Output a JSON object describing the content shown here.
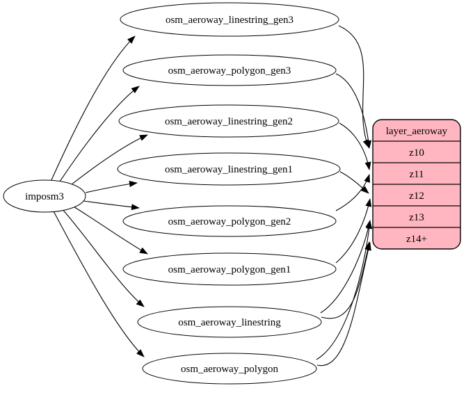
{
  "diagram": {
    "source_node": {
      "label": "imposm3"
    },
    "table_nodes": [
      {
        "label": "osm_aeroway_linestring_gen3"
      },
      {
        "label": "osm_aeroway_polygon_gen3"
      },
      {
        "label": "osm_aeroway_linestring_gen2"
      },
      {
        "label": "osm_aeroway_linestring_gen1"
      },
      {
        "label": "osm_aeroway_polygon_gen2"
      },
      {
        "label": "osm_aeroway_polygon_gen1"
      },
      {
        "label": "osm_aeroway_linestring"
      },
      {
        "label": "osm_aeroway_polygon"
      }
    ],
    "layer_node": {
      "title": "layer_aeroway",
      "rows": [
        "z10",
        "z11",
        "z12",
        "z13",
        "z14+"
      ],
      "fill_color": "#FFB6C1",
      "border_color": "#000000"
    },
    "edges": [
      {
        "from": "imposm3",
        "to": "osm_aeroway_linestring_gen3"
      },
      {
        "from": "imposm3",
        "to": "osm_aeroway_polygon_gen3"
      },
      {
        "from": "imposm3",
        "to": "osm_aeroway_linestring_gen2"
      },
      {
        "from": "imposm3",
        "to": "osm_aeroway_linestring_gen1"
      },
      {
        "from": "imposm3",
        "to": "osm_aeroway_polygon_gen2"
      },
      {
        "from": "imposm3",
        "to": "osm_aeroway_polygon_gen1"
      },
      {
        "from": "imposm3",
        "to": "osm_aeroway_linestring"
      },
      {
        "from": "imposm3",
        "to": "osm_aeroway_polygon"
      },
      {
        "from": "osm_aeroway_linestring_gen3",
        "to": "z10"
      },
      {
        "from": "osm_aeroway_polygon_gen3",
        "to": "z10"
      },
      {
        "from": "osm_aeroway_linestring_gen2",
        "to": "z11"
      },
      {
        "from": "osm_aeroway_polygon_gen2",
        "to": "z11"
      },
      {
        "from": "osm_aeroway_linestring_gen1",
        "to": "z12"
      },
      {
        "from": "osm_aeroway_polygon_gen1",
        "to": "z12"
      },
      {
        "from": "osm_aeroway_linestring",
        "to": "z13"
      },
      {
        "from": "osm_aeroway_polygon",
        "to": "z13"
      },
      {
        "from": "osm_aeroway_linestring",
        "to": "z14+"
      },
      {
        "from": "osm_aeroway_polygon",
        "to": "z14+"
      }
    ]
  }
}
